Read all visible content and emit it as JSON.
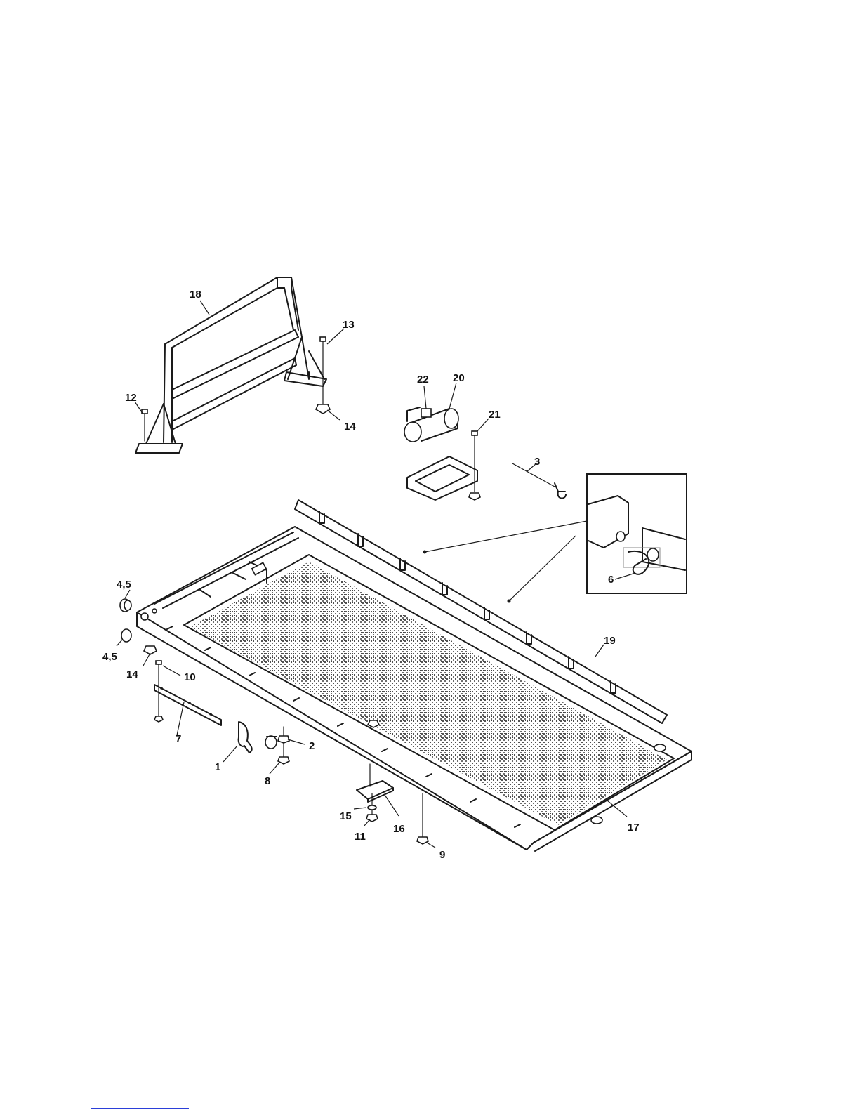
{
  "diagram": {
    "callouts": {
      "c1": "1",
      "c2": "2",
      "c3": "3",
      "c4a": "4,5",
      "c4b": "4,5",
      "c6": "6",
      "c7": "7",
      "c8": "8",
      "c9": "9",
      "c10": "10",
      "c11": "11",
      "c12": "12",
      "c13": "13",
      "c14a": "14",
      "c14b": "14",
      "c15": "15",
      "c16": "16",
      "c17": "17",
      "c18": "18",
      "c19": "19",
      "c20": "20",
      "c21": "21",
      "c22": "22"
    },
    "colors": {
      "line": "#1a1a1a",
      "mesh": "#3a3a3a",
      "footer_rule": "#2b3fd8"
    }
  }
}
